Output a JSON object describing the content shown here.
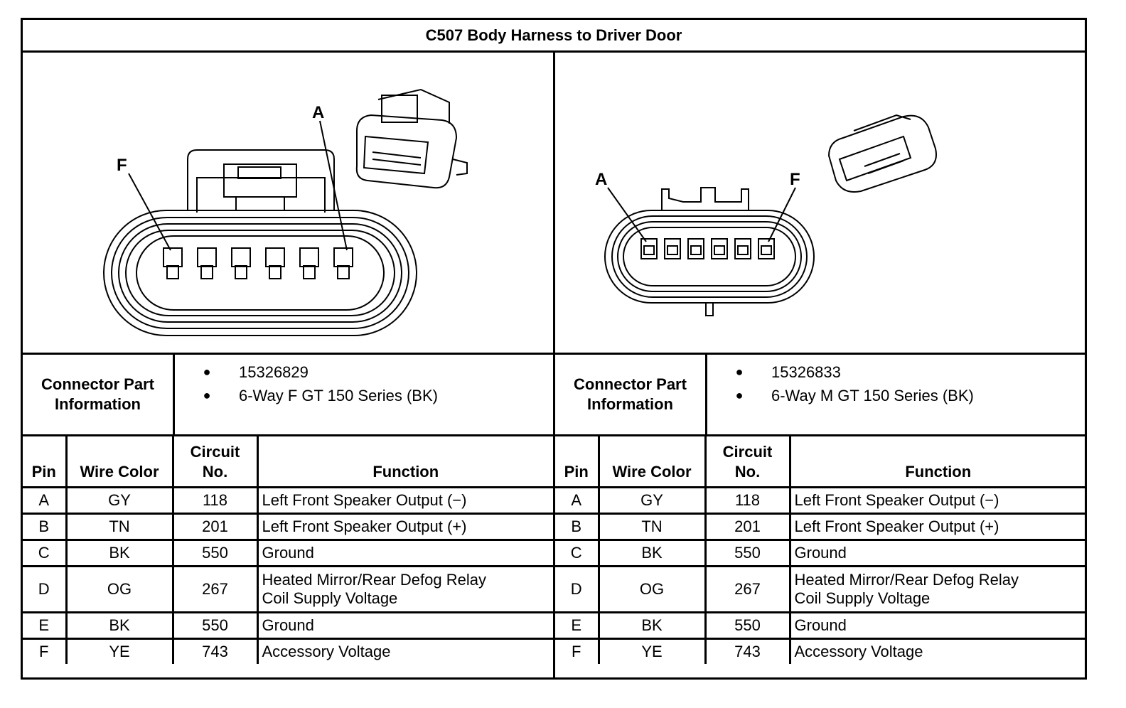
{
  "title": "C507 Body Harness to Driver Door",
  "connectors": [
    {
      "diagram_labels": {
        "left": "F",
        "right": "A"
      },
      "info_label": [
        "Connector Part",
        "Information"
      ],
      "parts": [
        "15326829",
        "6-Way F GT 150 Series (BK)"
      ],
      "headers": {
        "pin": "Pin",
        "wire_color": "Wire Color",
        "circuit": [
          "Circuit",
          "No."
        ],
        "function": "Function"
      },
      "rows": [
        {
          "pin": "A",
          "color": "GY",
          "circuit": "118",
          "function": [
            "Left Front Speaker Output (−)"
          ]
        },
        {
          "pin": "B",
          "color": "TN",
          "circuit": "201",
          "function": [
            "Left Front Speaker Output (+)"
          ]
        },
        {
          "pin": "C",
          "color": "BK",
          "circuit": "550",
          "function": [
            "Ground"
          ]
        },
        {
          "pin": "D",
          "color": "OG",
          "circuit": "267",
          "function": [
            "Heated Mirror/Rear Defog Relay",
            "Coil Supply Voltage"
          ]
        },
        {
          "pin": "E",
          "color": "BK",
          "circuit": "550",
          "function": [
            "Ground"
          ]
        },
        {
          "pin": "F",
          "color": "YE",
          "circuit": "743",
          "function": [
            "Accessory Voltage"
          ]
        }
      ]
    },
    {
      "diagram_labels": {
        "left": "A",
        "right": "F"
      },
      "info_label": [
        "Connector Part",
        "Information"
      ],
      "parts": [
        "15326833",
        "6-Way M GT 150 Series (BK)"
      ],
      "headers": {
        "pin": "Pin",
        "wire_color": "Wire Color",
        "circuit": [
          "Circuit",
          "No."
        ],
        "function": "Function"
      },
      "rows": [
        {
          "pin": "A",
          "color": "GY",
          "circuit": "118",
          "function": [
            "Left Front Speaker Output (−)"
          ]
        },
        {
          "pin": "B",
          "color": "TN",
          "circuit": "201",
          "function": [
            "Left Front Speaker Output (+)"
          ]
        },
        {
          "pin": "C",
          "color": "BK",
          "circuit": "550",
          "function": [
            "Ground"
          ]
        },
        {
          "pin": "D",
          "color": "OG",
          "circuit": "267",
          "function": [
            "Heated Mirror/Rear Defog Relay",
            "Coil Supply Voltage"
          ]
        },
        {
          "pin": "E",
          "color": "BK",
          "circuit": "550",
          "function": [
            "Ground"
          ]
        },
        {
          "pin": "F",
          "color": "YE",
          "circuit": "743",
          "function": [
            "Accessory Voltage"
          ]
        }
      ]
    }
  ]
}
